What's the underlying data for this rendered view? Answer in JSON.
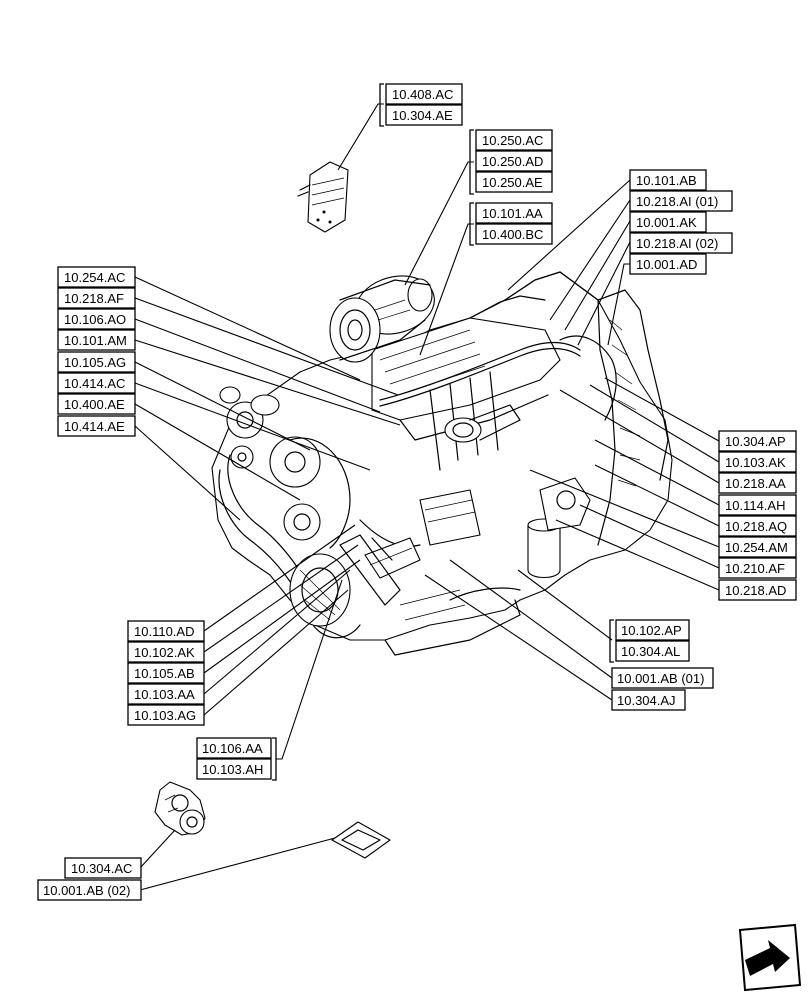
{
  "labels": {
    "l_408_ac": "10.408.AC",
    "l_304_ae": "10.304.AE",
    "l_250_ac": "10.250.AC",
    "l_250_ad": "10.250.AD",
    "l_250_ae": "10.250.AE",
    "l_101_aa": "10.101.AA",
    "l_400_bc": "10.400.BC",
    "l_101_ab": "10.101.AB",
    "l_218_ai01": "10.218.AI (01)",
    "l_001_ak": "10.001.AK",
    "l_218_ai02": "10.218.AI (02)",
    "l_001_ad": "10.001.AD",
    "l_254_ac": "10.254.AC",
    "l_218_af": "10.218.AF",
    "l_106_ao": "10.106.AO",
    "l_101_am": "10.101.AM",
    "l_105_ag": "10.105.AG",
    "l_414_ac": "10.414.AC",
    "l_400_ae": "10.400.AE",
    "l_414_ae": "10.414.AE",
    "l_304_ap": "10.304.AP",
    "l_103_ak": "10.103.AK",
    "l_218_aa": "10.218.AA",
    "l_114_ah": "10.114.AH",
    "l_218_aq": "10.218.AQ",
    "l_254_am": "10.254.AM",
    "l_210_af": "10.210.AF",
    "l_218_ad": "10.218.AD",
    "l_102_ap": "10.102.AP",
    "l_304_al": "10.304.AL",
    "l_001_ab01": "10.001.AB (01)",
    "l_304_aj": "10.304.AJ",
    "l_110_ad": "10.110.AD",
    "l_102_ak": "10.102.AK",
    "l_105_ab": "10.105.AB",
    "l_103_aa": "10.103.AA",
    "l_103_ag": "10.103.AG",
    "l_106_aa": "10.106.AA",
    "l_103_ah": "10.103.AH",
    "l_304_ac": "10.304.AC",
    "l_001_ab02": "10.001.AB (02)"
  },
  "icons": {
    "navigation": "next-page-arrow-icon"
  },
  "colors": {
    "line": "#000000",
    "background": "#ffffff"
  }
}
